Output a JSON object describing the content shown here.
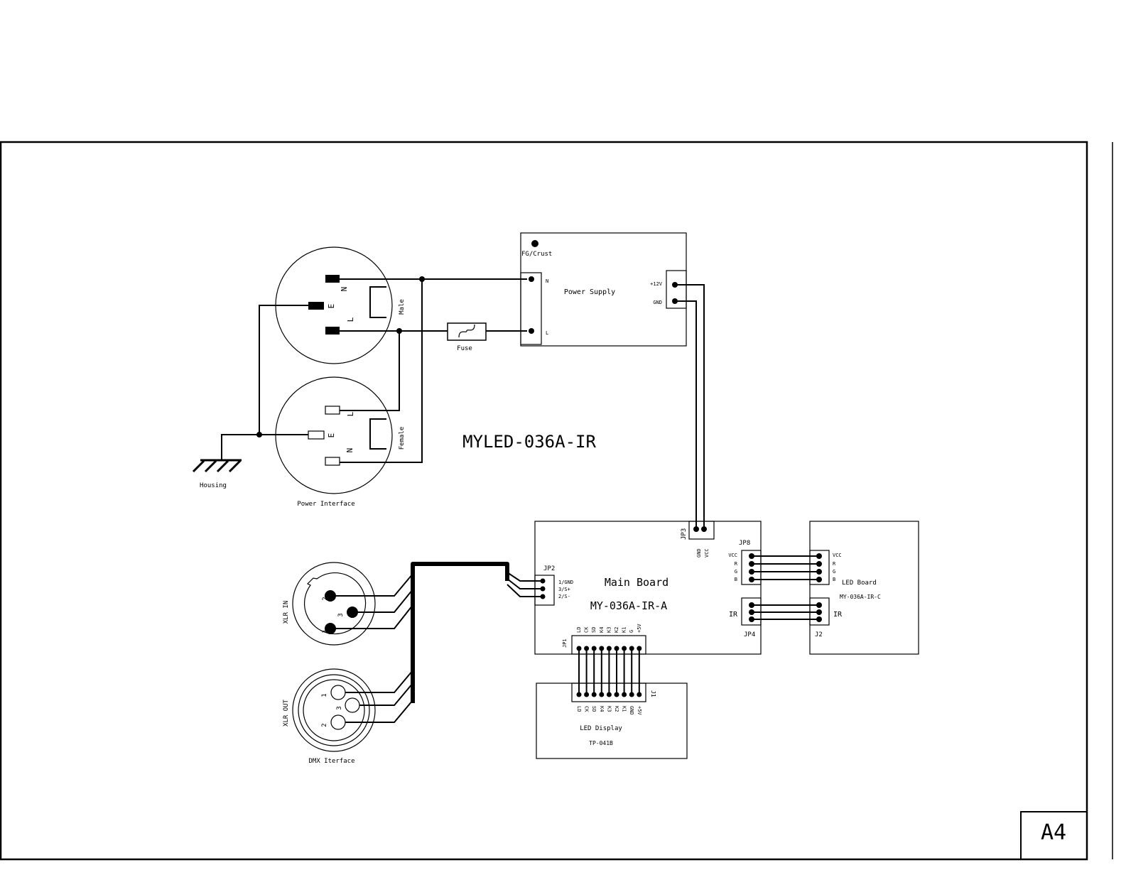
{
  "diagram": {
    "title": "MYLED-036A-IR",
    "sheet_size": "A4",
    "power_interface": {
      "label": "Power Interface",
      "male_label": "Male",
      "female_label": "Female",
      "pin_n": "N",
      "pin_e": "E",
      "pin_l": "L",
      "housing_label": "Housing"
    },
    "fuse_label": "Fuse",
    "power_supply": {
      "title": "Power Supply",
      "fg_label": "FG/Crust",
      "pin_n": "N",
      "pin_l": "L",
      "out_12v": "+12V",
      "out_gnd": "GND"
    },
    "main_board": {
      "title": "Main Board",
      "model": "MY-036A-IR-A",
      "jp2": "JP2",
      "jp2_pins": [
        "1/GND",
        "3/S+",
        "2/S-"
      ],
      "jp3": "JP3",
      "jp3_pins": [
        "GND",
        "VCC"
      ],
      "jp8": "JP8",
      "jp8_pins": [
        "VCC",
        "R",
        "G",
        "B"
      ],
      "jp4": "JP4",
      "ir": "IR",
      "jp1": "JP1",
      "jp1_pins": [
        "LD",
        "CK",
        "SD",
        "K4",
        "K3",
        "K2",
        "K1",
        "G",
        "+5V"
      ]
    },
    "led_board": {
      "title": "LED Board",
      "model": "MY-036A-IR-C",
      "pins": [
        "VCC",
        "R",
        "G",
        "B"
      ],
      "ir": "IR",
      "j2": "J2"
    },
    "led_display": {
      "title": "LED Display",
      "model": "TP-041B",
      "j1": "J1",
      "pins": [
        "LD",
        "CK",
        "SD",
        "K4",
        "K3",
        "K2",
        "K1",
        "GND",
        "+5V"
      ]
    },
    "dmx_interface": {
      "label": "DMX Iterface",
      "xlr_in": "XLR IN",
      "xlr_out": "XLR OUT",
      "in_pins": [
        "2",
        "3",
        "1"
      ],
      "out_pins": [
        "1",
        "3",
        "2"
      ]
    }
  }
}
